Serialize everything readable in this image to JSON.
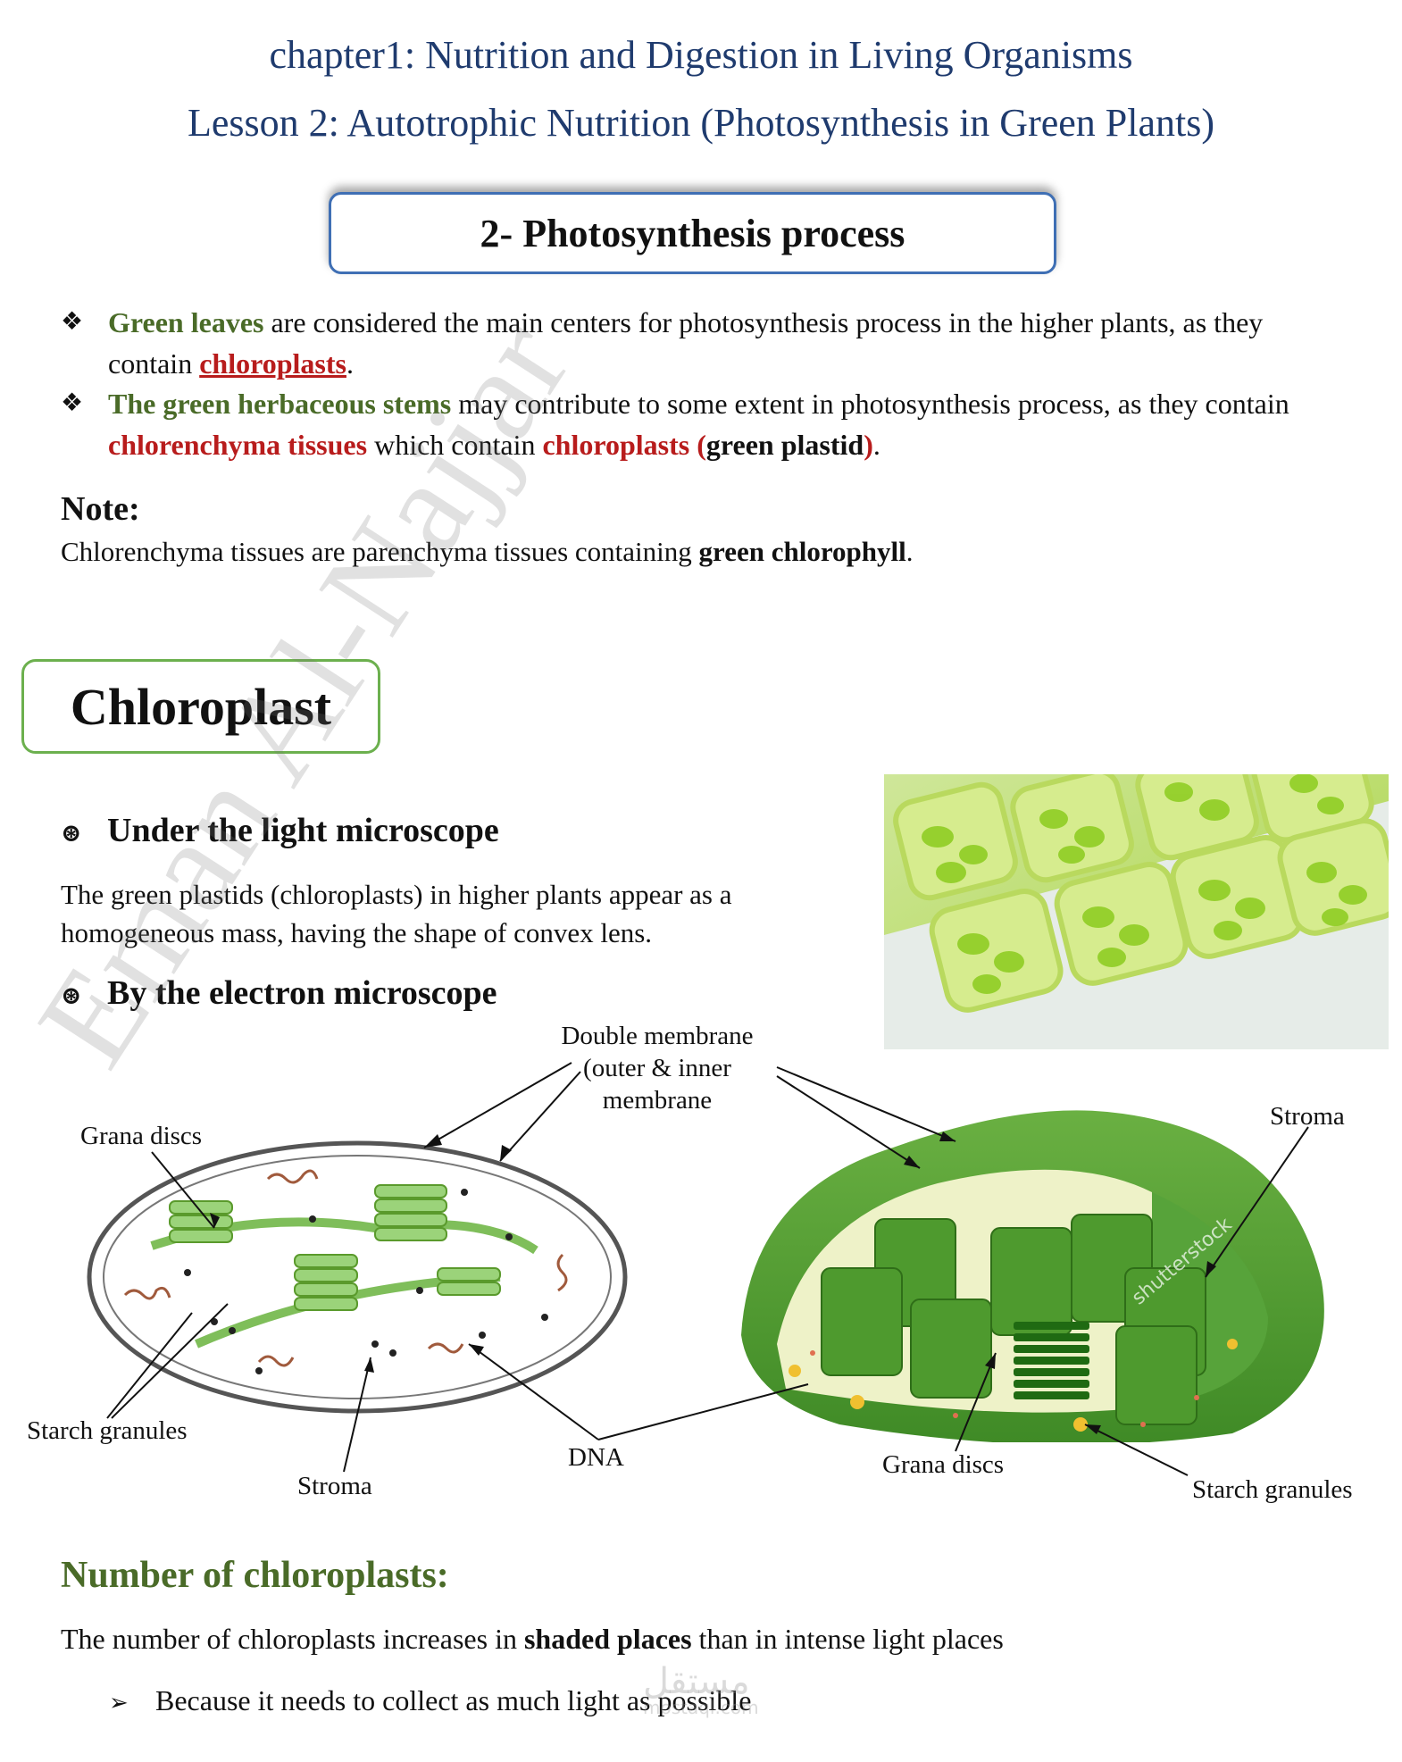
{
  "header": {
    "chapter": "chapter1: Nutrition and Digestion in Living Organisms",
    "lesson": "Lesson 2: Autotrophic Nutrition (Photosynthesis in Green Plants)"
  },
  "section_title": "2- Photosynthesis process",
  "bullets": [
    {
      "marker": "❖",
      "term": "Green leaves",
      "text1": " are considered the main centers for photosynthesis process in the higher plants, as they contain ",
      "red": "chloroplasts",
      "end": "."
    },
    {
      "marker": "❖",
      "term": "The green herbaceous stems",
      "text1": " may contribute to some extent in photosynthesis process, as they contain ",
      "red1": "chlorenchyma tissues",
      "text2": " which contain ",
      "red2": "chloroplasts (",
      "bold": "green plastid",
      "red3": ")",
      "end": "."
    }
  ],
  "note": {
    "heading": "Note:",
    "text": "Chlorenchyma tissues are parenchyma tissues containing ",
    "bold": "green chlorophyll",
    "end": "."
  },
  "chloroplast_title": "Chloroplast",
  "light_microscope": {
    "marker": "⊛",
    "heading": "Under the light microscope",
    "text": "The green plastids (chloroplasts) in higher plants appear as a homogeneous mass, having the shape of convex lens."
  },
  "electron_microscope": {
    "marker": "⊛",
    "heading": "By the electron microscope"
  },
  "diagram_labels": {
    "double_membrane": [
      "Double membrane",
      "(outer & inner",
      "membrane"
    ],
    "grana_left": "Grana discs",
    "starch_left": "Starch granules",
    "stroma_left": "Stroma",
    "dna": "DNA",
    "stroma_right": "Stroma",
    "grana_right": "Grana discs",
    "starch_right": "Starch granules"
  },
  "number_section": {
    "heading": "Number of chloroplasts:",
    "text": "The number of chloroplasts increases in ",
    "bold": "shaded places",
    "text_end": " than in intense light places",
    "sub_marker": "➢",
    "sub": "Because it needs to collect as much light as possible"
  },
  "watermarks": {
    "author": "Eman Al-Najjar",
    "site_logo": "مستقل",
    "site_url": "mostaql.com",
    "stock": "shutterstock"
  },
  "colors": {
    "title_blue": "#1f3b6e",
    "box_blue": "#3f6fb4",
    "green_text": "#4a6b28",
    "red_text": "#b81c1c",
    "box_green": "#6cb04e"
  }
}
